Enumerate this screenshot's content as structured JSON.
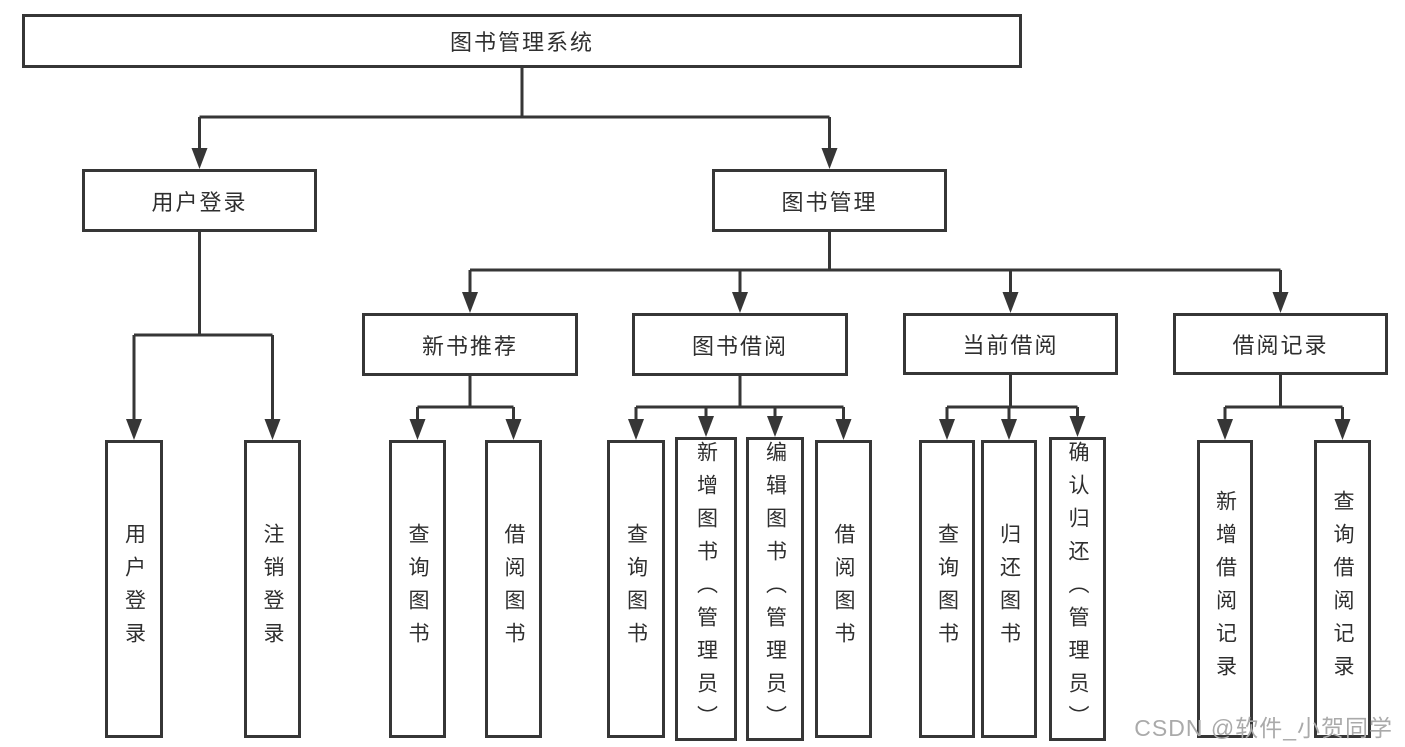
{
  "tree": {
    "id": "root",
    "label": "图书管理系统",
    "children": [
      {
        "id": "login",
        "label": "用户登录",
        "children": [
          {
            "id": "login-user",
            "label": "用户登录"
          },
          {
            "id": "login-logout",
            "label": "注销登录"
          }
        ]
      },
      {
        "id": "mgmt",
        "label": "图书管理",
        "children": [
          {
            "id": "newbook",
            "label": "新书推荐",
            "children": [
              {
                "id": "newbook-query",
                "label": "查询图书"
              },
              {
                "id": "newbook-borrow",
                "label": "借阅图书"
              }
            ]
          },
          {
            "id": "borrow",
            "label": "图书借阅",
            "children": [
              {
                "id": "borrow-query",
                "label": "查询图书"
              },
              {
                "id": "borrow-add",
                "label": "新增图书（管理员）"
              },
              {
                "id": "borrow-edit",
                "label": "编辑图书（管理员）"
              },
              {
                "id": "borrow-borrow",
                "label": "借阅图书"
              }
            ]
          },
          {
            "id": "current",
            "label": "当前借阅",
            "children": [
              {
                "id": "current-query",
                "label": "查询图书"
              },
              {
                "id": "current-return",
                "label": "归还图书"
              },
              {
                "id": "current-confirm",
                "label": "确认归还（管理员）"
              }
            ]
          },
          {
            "id": "records",
            "label": "借阅记录",
            "children": [
              {
                "id": "records-add",
                "label": "新增借阅记录"
              },
              {
                "id": "records-query",
                "label": "查询借阅记录"
              }
            ]
          }
        ]
      }
    ]
  },
  "watermark": {
    "text": "CSDN @软件_小贺同学"
  },
  "colors": {
    "line": "#363636",
    "box_border": "#363636",
    "text": "#2f2f2f",
    "watermark": "#aaaaaa",
    "background": "#ffffff"
  }
}
